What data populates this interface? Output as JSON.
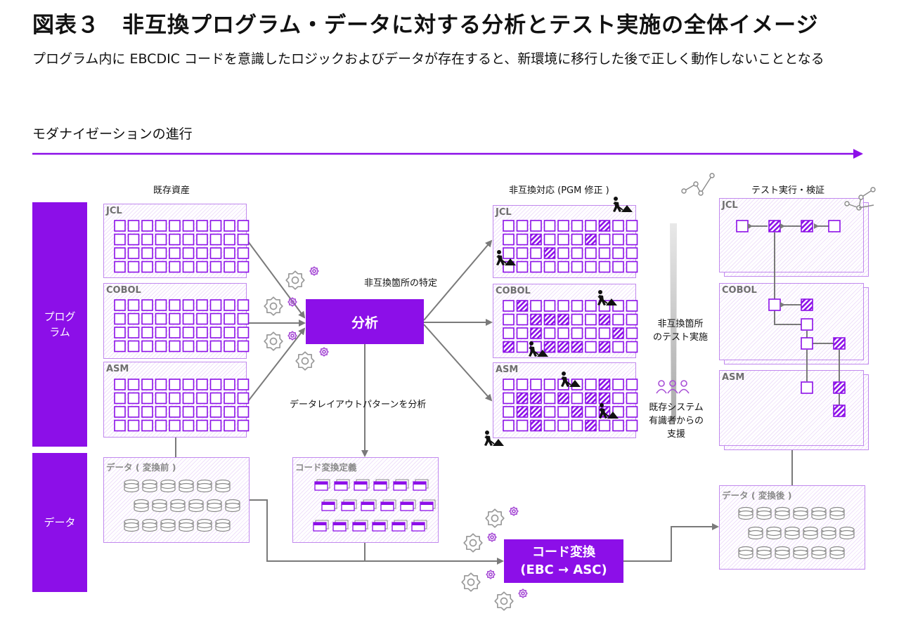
{
  "header": {
    "title": "図表３　非互換プログラム・データに対する分析とテスト実施の全体イメージ",
    "subtitle": "プログラム内に EBCDIC コードを意識したロジックおよびデータが存在すると、新環境に移行した後で正しく動作しないこととなる",
    "progress_label": "モダナイゼーションの進行"
  },
  "bands": {
    "program": "プログラム",
    "data": "データ"
  },
  "sections": {
    "existing": "既存資産",
    "fix": "非互換対応 (PGM 修正 )",
    "test": "テスト実行・検証"
  },
  "panels": {
    "jcl": "JCL",
    "cobol": "COBOL",
    "asm": "ASM"
  },
  "data_panels": {
    "before": "データ ( 変換前 )",
    "codedef": "コード変換定義",
    "after": "データ ( 変換後 )"
  },
  "analysis": {
    "box": "分析",
    "identify": "非互換箇所の特定",
    "layout": "データレイアウトパターンを分析"
  },
  "conversion": {
    "line1": "コード変換",
    "line2": "(EBC → ASC)"
  },
  "testing": {
    "label": "非互換箇所\nのテスト実施",
    "support": "既存システム\n有識者からの\n支援"
  },
  "colors": {
    "accent": "#8c0fe8",
    "panel_border": "#c189ee",
    "arrow": "#7a7a7a"
  },
  "icons": [
    "gear-icon",
    "worker-icon",
    "people-icon",
    "network-icon",
    "database-icon",
    "code-table-icon"
  ]
}
